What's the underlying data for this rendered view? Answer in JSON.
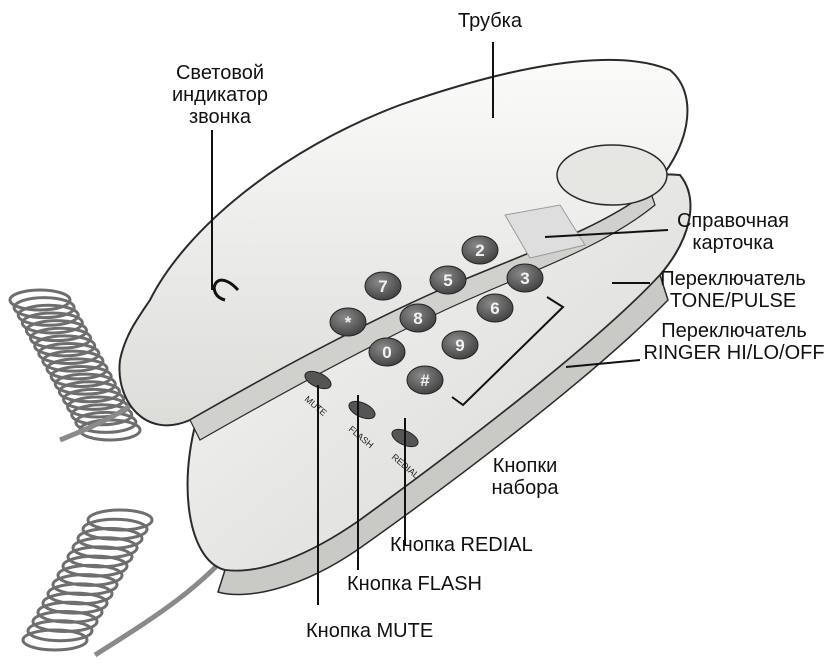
{
  "labels": {
    "handset": "Трубка",
    "ring_indicator": [
      "Световой",
      "индикатор",
      "звонка"
    ],
    "reference_card": [
      "Справочная",
      "карточка"
    ],
    "tone_pulse": [
      "Переключатель",
      "TONE/PULSE"
    ],
    "ringer": [
      "Переключатель",
      "RINGER HI/LO/OFF"
    ],
    "dial_buttons": [
      "Кнопки",
      "набора"
    ],
    "redial": "Кнопка REDIAL",
    "flash": "Кнопка FLASH",
    "mute": "Кнопка MUTE"
  },
  "keypad": {
    "keys": [
      "2",
      "3",
      "5",
      "6",
      "7",
      "8",
      "9",
      "*",
      "0",
      "#"
    ],
    "function_keys": [
      "MUTE",
      "FLASH",
      "REDIAL"
    ]
  },
  "colors": {
    "body": "#ececea",
    "shadow": "#c9c9c6",
    "outline": "#2a2a2a",
    "key": "#5a5a5a",
    "text": "#111111"
  }
}
